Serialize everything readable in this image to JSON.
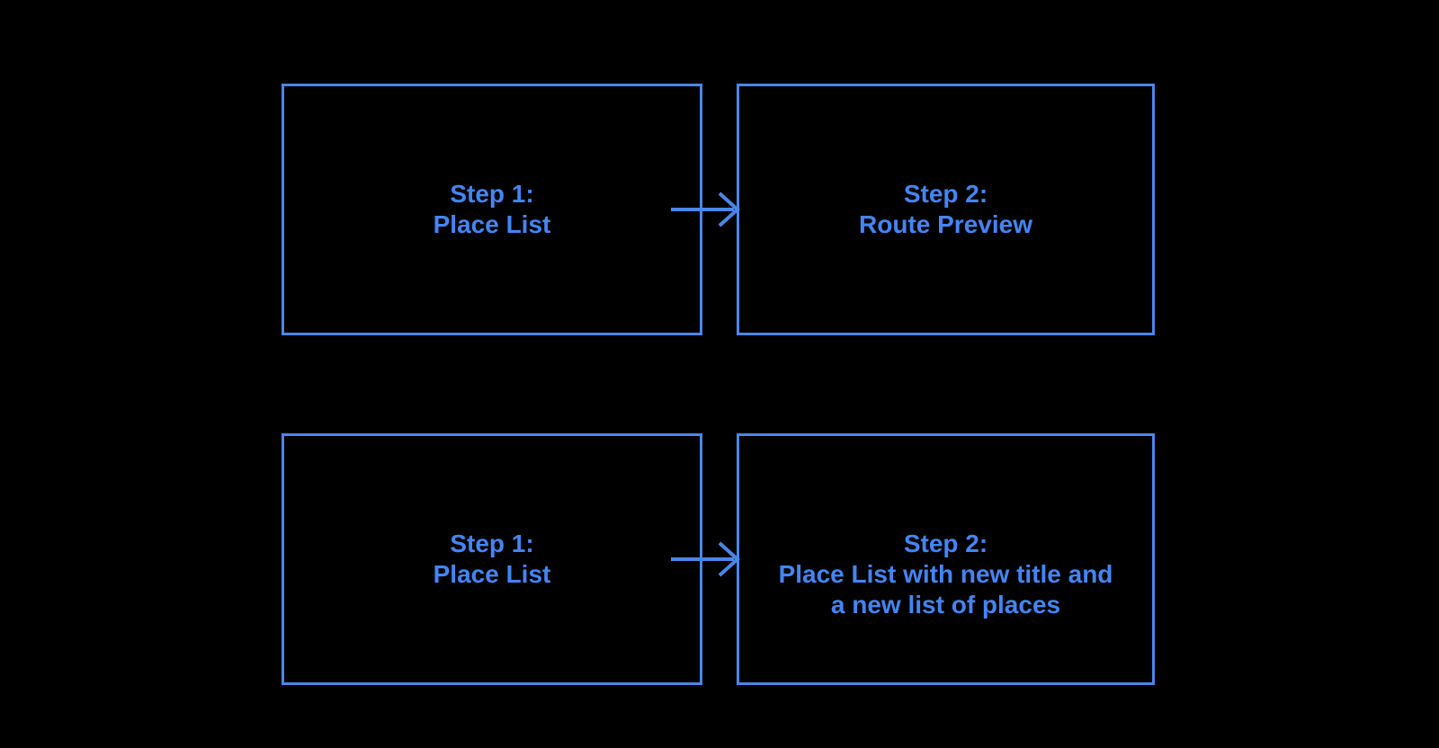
{
  "colors": {
    "background": "#000000",
    "shape_border": "#4a86e8",
    "shape_text": "#4285f4",
    "arrow": "#4a86e8"
  },
  "diagram": {
    "flows": [
      {
        "from_box": {
          "lines": [
            "Step 1:",
            "Place List"
          ]
        },
        "arrow": "right-arrow",
        "to_box": {
          "lines": [
            "Step 2:",
            "Route Preview"
          ]
        }
      },
      {
        "from_box": {
          "lines": [
            "Step 1:",
            "Place List"
          ]
        },
        "arrow": "right-arrow",
        "to_box": {
          "lines": [
            "Step 2:",
            "Place List with new title and",
            "a new list of places"
          ]
        }
      }
    ]
  }
}
